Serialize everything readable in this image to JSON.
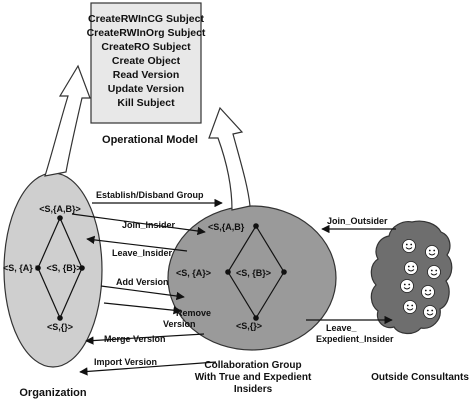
{
  "operations": {
    "lines": [
      "CreateRWInCG Subject",
      "CreateRWInOrg Subject",
      "CreateRO Subject",
      "Create Object",
      "Read Version",
      "Update Version",
      "Kill Subject"
    ],
    "caption": "Operational Model"
  },
  "organization": {
    "label": "Organization",
    "nodes": {
      "top": "<S,{A,B}>",
      "left": "<S, {A} >",
      "right": "<S, {B}>",
      "bottom": "<S,{}>"
    }
  },
  "collaboration": {
    "label_lines": [
      "Collaboration Group",
      "With True and Expedient",
      "Insiders"
    ],
    "nodes": {
      "top": "<S,{A,B}",
      "left": "<S, {A}>",
      "right": "<S, {B}>",
      "bottom": "<S,{}>"
    }
  },
  "consultants": {
    "label": "Outside Consultants",
    "face_count": 8
  },
  "edges": {
    "establish": "Establish/Disband Group",
    "join_insider": "Join_Insider",
    "leave_insider": "Leave_Insider",
    "add_version": "Add Version",
    "remove_version_1": "Remove",
    "remove_version_2": "Version",
    "merge_version": "Merge Version",
    "import_version": "Import Version",
    "join_outsider": "Join_Outsider",
    "leave_expedient_1": "Leave_",
    "leave_expedient_2": "Expedient_Insider"
  },
  "colors": {
    "box_fill": "#e8e8e8",
    "organization_fill": "#cfcfcf",
    "collaboration_fill": "#9a9a9a",
    "consultants_fill": "#6e6e6e",
    "face_fill": "#ffffff"
  }
}
